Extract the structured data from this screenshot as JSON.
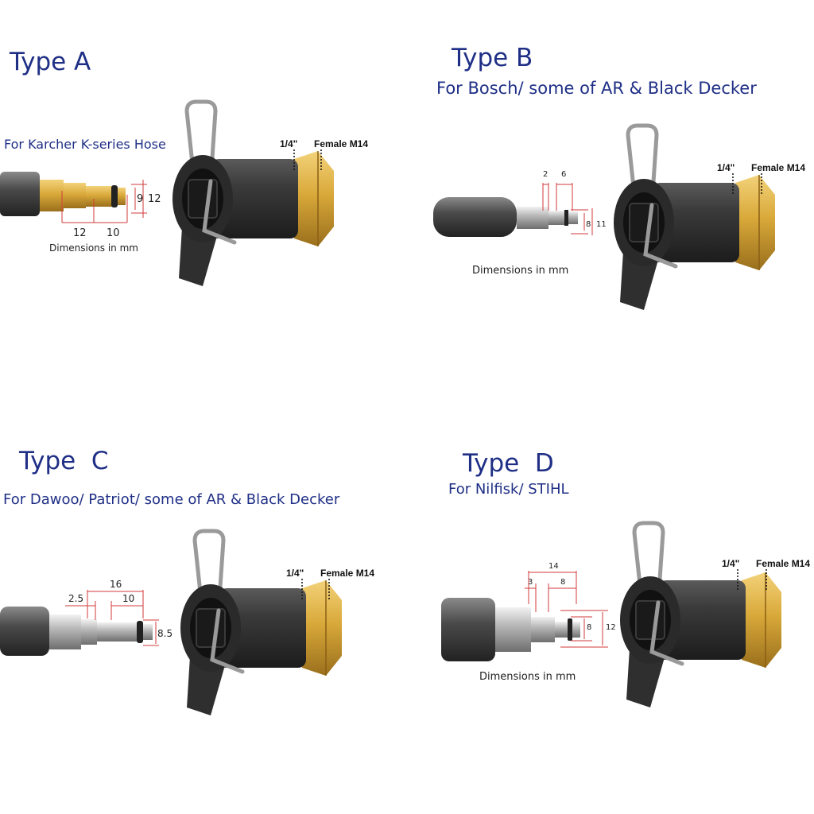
{
  "panels": {
    "a": {
      "title": "Type A",
      "subtitle": "For Karcher K-series Hose",
      "size_label": "1/4\"",
      "thread_label": "Female M14",
      "dim_note": "Dimensions in mm",
      "dims": [
        "9",
        "12",
        "12",
        "10"
      ]
    },
    "b": {
      "title": "Type B",
      "subtitle": "For Bosch/ some of AR & Black Decker",
      "size_label": "1/4\"",
      "thread_label": "Female M14",
      "dim_note": "Dimensions in mm",
      "dims": [
        "2",
        "6",
        "8",
        "11"
      ]
    },
    "c": {
      "title": "Type  C",
      "subtitle": "For Dawoo/ Patriot/ some of AR & Black Decker",
      "size_label": "1/4\"",
      "thread_label": "Female M14",
      "dims": [
        "16",
        "2.5",
        "10",
        "8.5"
      ]
    },
    "d": {
      "title": "Type  D",
      "subtitle": "For Nilfisk/ STIHL",
      "size_label": "1/4\"",
      "thread_label": "Female M14",
      "dim_note": "Dimensions in mm",
      "dims": [
        "14",
        "3",
        "8",
        "8",
        "12"
      ]
    }
  },
  "colors": {
    "title_blue": "#1f2f86",
    "brass": "#d9a93a",
    "body_black": "#2b2b2b",
    "dimension_red": "#d23a3a"
  },
  "icons": [
    "quick-connect-adapter-icon",
    "hose-icon"
  ]
}
